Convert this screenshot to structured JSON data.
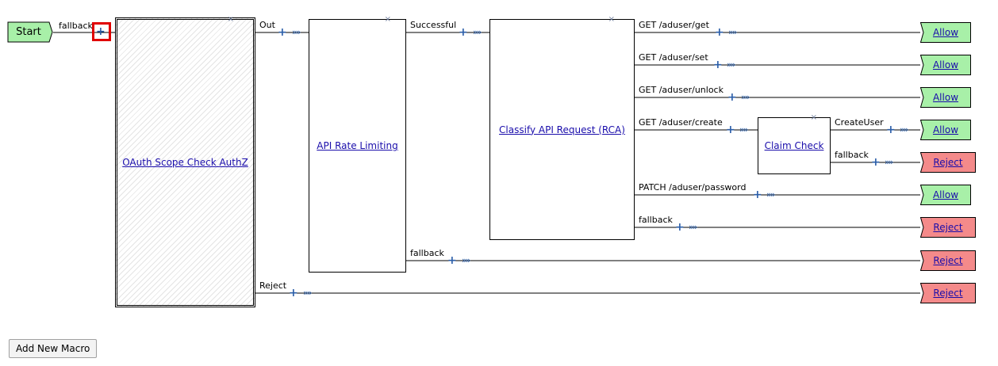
{
  "start": {
    "label": "Start"
  },
  "start_edge": {
    "label": "fallback"
  },
  "nodes": {
    "oauth": {
      "label": "OAuth Scope Check AuthZ"
    },
    "rate": {
      "label": "API Rate Limiting"
    },
    "classify": {
      "label": "Classify API Request (RCA)"
    },
    "claim": {
      "label": "Claim Check"
    }
  },
  "edges": {
    "oauth_out": "Out",
    "oauth_reject": "Reject",
    "rate_success": "Successful",
    "rate_fallback": "fallback",
    "classify_get": "GET /aduser/get",
    "classify_set": "GET /aduser/set",
    "classify_unlock": "GET /aduser/unlock",
    "classify_create": "GET /aduser/create",
    "classify_patch": "PATCH /aduser/password",
    "classify_fallback": "fallback",
    "claim_createuser": "CreateUser",
    "claim_fallback": "fallback"
  },
  "terminals": {
    "allow": "Allow",
    "reject": "Reject"
  },
  "icons": {
    "close": "×",
    "plus": "+",
    "connector": "»"
  },
  "colors": {
    "allow_fill": "#a8f0a8",
    "reject_fill": "#f48a8a",
    "start_fill": "#a8f0a8",
    "focus_border": "#e00000",
    "link": "#1a0dab"
  },
  "toolbar": {
    "add_macro_label": "Add New Macro"
  }
}
